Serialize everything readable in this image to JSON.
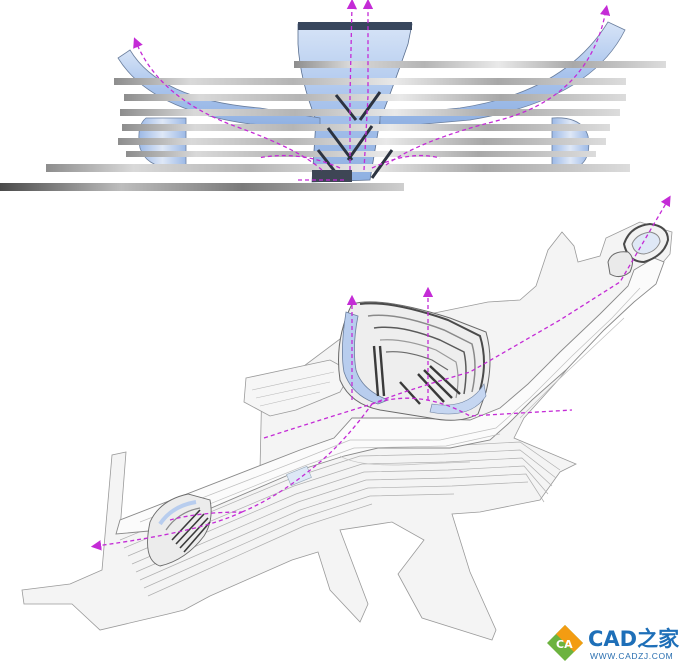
{
  "watermark": {
    "title": "CAD之家",
    "url": "WWW.CADZJ.COM",
    "logo_letters": "CA",
    "colors": {
      "blue": "#1e6fb8",
      "green": "#6cb33f",
      "orange": "#f39c12"
    }
  },
  "drawing": {
    "elevation": {
      "flow_arrow_color": "#c42bd6",
      "glass_color": "#a9c6ee"
    },
    "axonometric": {
      "flow_arrow_color": "#c42bd6",
      "deck_color": "#f1f1f1"
    }
  }
}
